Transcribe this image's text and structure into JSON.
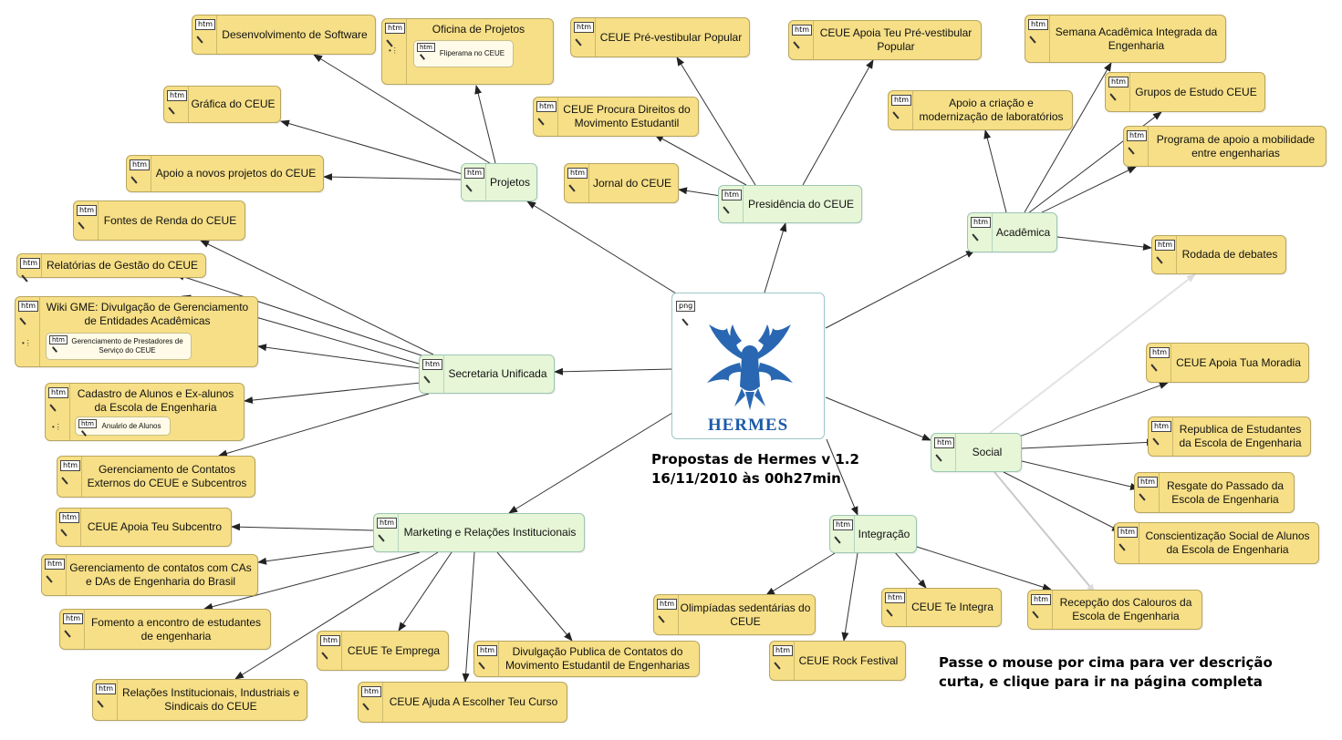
{
  "center": {
    "badge": "png",
    "logo_text": "HERMES"
  },
  "title_lines": [
    "Propostas de Hermes v 1.2",
    "16/11/2010 às 00h27min"
  ],
  "hint_lines": [
    "Passe o mouse por cima para ver descrição",
    "curta, e clique para ir na página completa"
  ],
  "nodes": [
    {
      "id": "projetos",
      "label": "Projetos",
      "hub": true,
      "badge": "htm"
    },
    {
      "id": "presidencia",
      "label": "Presidência do CEUE",
      "hub": true,
      "badge": "htm"
    },
    {
      "id": "academica",
      "label": "Acadêmica",
      "hub": true,
      "badge": "htm"
    },
    {
      "id": "social",
      "label": "Social",
      "hub": true,
      "badge": "htm"
    },
    {
      "id": "integracao",
      "label": "Integração",
      "hub": true,
      "badge": "htm"
    },
    {
      "id": "marketing",
      "label": "Marketing e Relações Institucionais",
      "hub": true,
      "badge": "htm"
    },
    {
      "id": "secretaria",
      "label": "Secretaria Unificada",
      "hub": true,
      "badge": "htm"
    },
    {
      "id": "desenv-software",
      "label": "Desenvolvimento de Software",
      "badge": "htm"
    },
    {
      "id": "oficina-projetos",
      "label": "Oficina de Projetos",
      "badge": "htm",
      "sub": "Fliperama no CEUE"
    },
    {
      "id": "grafica",
      "label": "Gráfica do CEUE",
      "badge": "htm"
    },
    {
      "id": "apoio-novos-projetos",
      "label": "Apoio a novos projetos do CEUE",
      "badge": "htm"
    },
    {
      "id": "pre-vestibular",
      "label": "CEUE Pré-vestibular Popular",
      "badge": "htm"
    },
    {
      "id": "apoia-pre-vestibular",
      "label": "CEUE Apoia Teu Pré-vestibular Popular",
      "badge": "htm"
    },
    {
      "id": "procura-direitos",
      "label": "CEUE Procura Direitos do Movimento Estudantil",
      "badge": "htm"
    },
    {
      "id": "jornal",
      "label": "Jornal do CEUE",
      "badge": "htm"
    },
    {
      "id": "semana-academica",
      "label": "Semana Acadêmica Integrada da Engenharia",
      "badge": "htm"
    },
    {
      "id": "grupos-estudo",
      "label": "Grupos de Estudo CEUE",
      "badge": "htm"
    },
    {
      "id": "apoio-laboratorios",
      "label": "Apoio a criação e modernização de laboratórios",
      "badge": "htm"
    },
    {
      "id": "mobilidade",
      "label": "Programa de apoio a mobilidade entre engenharias",
      "badge": "htm"
    },
    {
      "id": "rodada-debates",
      "label": "Rodada de debates",
      "badge": "htm"
    },
    {
      "id": "apoia-moradia",
      "label": "CEUE Apoia Tua Moradia",
      "badge": "htm"
    },
    {
      "id": "republica",
      "label": "Republica de Estudantes da Escola de Engenharia",
      "badge": "htm"
    },
    {
      "id": "resgate-passado",
      "label": "Resgate do Passado da Escola de Engenharia",
      "badge": "htm"
    },
    {
      "id": "conscientizacao",
      "label": "Conscientização Social de Alunos da Escola de Engenharia",
      "badge": "htm"
    },
    {
      "id": "recepcao-calouros",
      "label": "Recepção dos Calouros da Escola de Engenharia",
      "badge": "htm"
    },
    {
      "id": "te-integra",
      "label": "CEUE Te Integra",
      "badge": "htm"
    },
    {
      "id": "rock-festival",
      "label": "CEUE Rock Festival",
      "badge": "htm"
    },
    {
      "id": "olimpiadas",
      "label": "Olimpíadas sedentárias do CEUE",
      "badge": "htm"
    },
    {
      "id": "divulgacao-contatos",
      "label": "Divulgação Publica de Contatos do Movimento Estudantil de Engenharias",
      "badge": "htm"
    },
    {
      "id": "ajuda-curso",
      "label": "CEUE Ajuda A Escolher Teu Curso",
      "badge": "htm"
    },
    {
      "id": "te-emprega",
      "label": "CEUE Te Emprega",
      "badge": "htm"
    },
    {
      "id": "relacoes-institucionais",
      "label": "Relações Institucionais, Industriais e Sindicais do CEUE",
      "badge": "htm"
    },
    {
      "id": "fomento-encontro",
      "label": "Fomento a encontro de estudantes de engenharia",
      "badge": "htm"
    },
    {
      "id": "contatos-cas-das",
      "label": "Gerenciamento de contatos com CAs e DAs de Engenharia do Brasil",
      "badge": "htm"
    },
    {
      "id": "apoia-subcentro",
      "label": "CEUE Apoia Teu Subcentro",
      "badge": "htm"
    },
    {
      "id": "contatos-externos",
      "label": "Gerenciamento de Contatos Externos do CEUE e Subcentros",
      "badge": "htm"
    },
    {
      "id": "cadastro-alunos",
      "label": "Cadastro de Alunos e Ex-alunos da Escola de Engenharia",
      "badge": "htm",
      "sub": "Anuário de Alunos"
    },
    {
      "id": "wiki-gme",
      "label": "Wiki GME: Divulgação de Gerenciamento de Entidades Acadêmicas",
      "badge": "htm",
      "sub": "Gerenciamento de Prestadores de Serviço do CEUE"
    },
    {
      "id": "relatorios-gestao",
      "label": "Relatórias de Gestão do CEUE",
      "badge": "htm"
    },
    {
      "id": "fontes-renda",
      "label": "Fontes de Renda do CEUE",
      "badge": "htm"
    }
  ]
}
